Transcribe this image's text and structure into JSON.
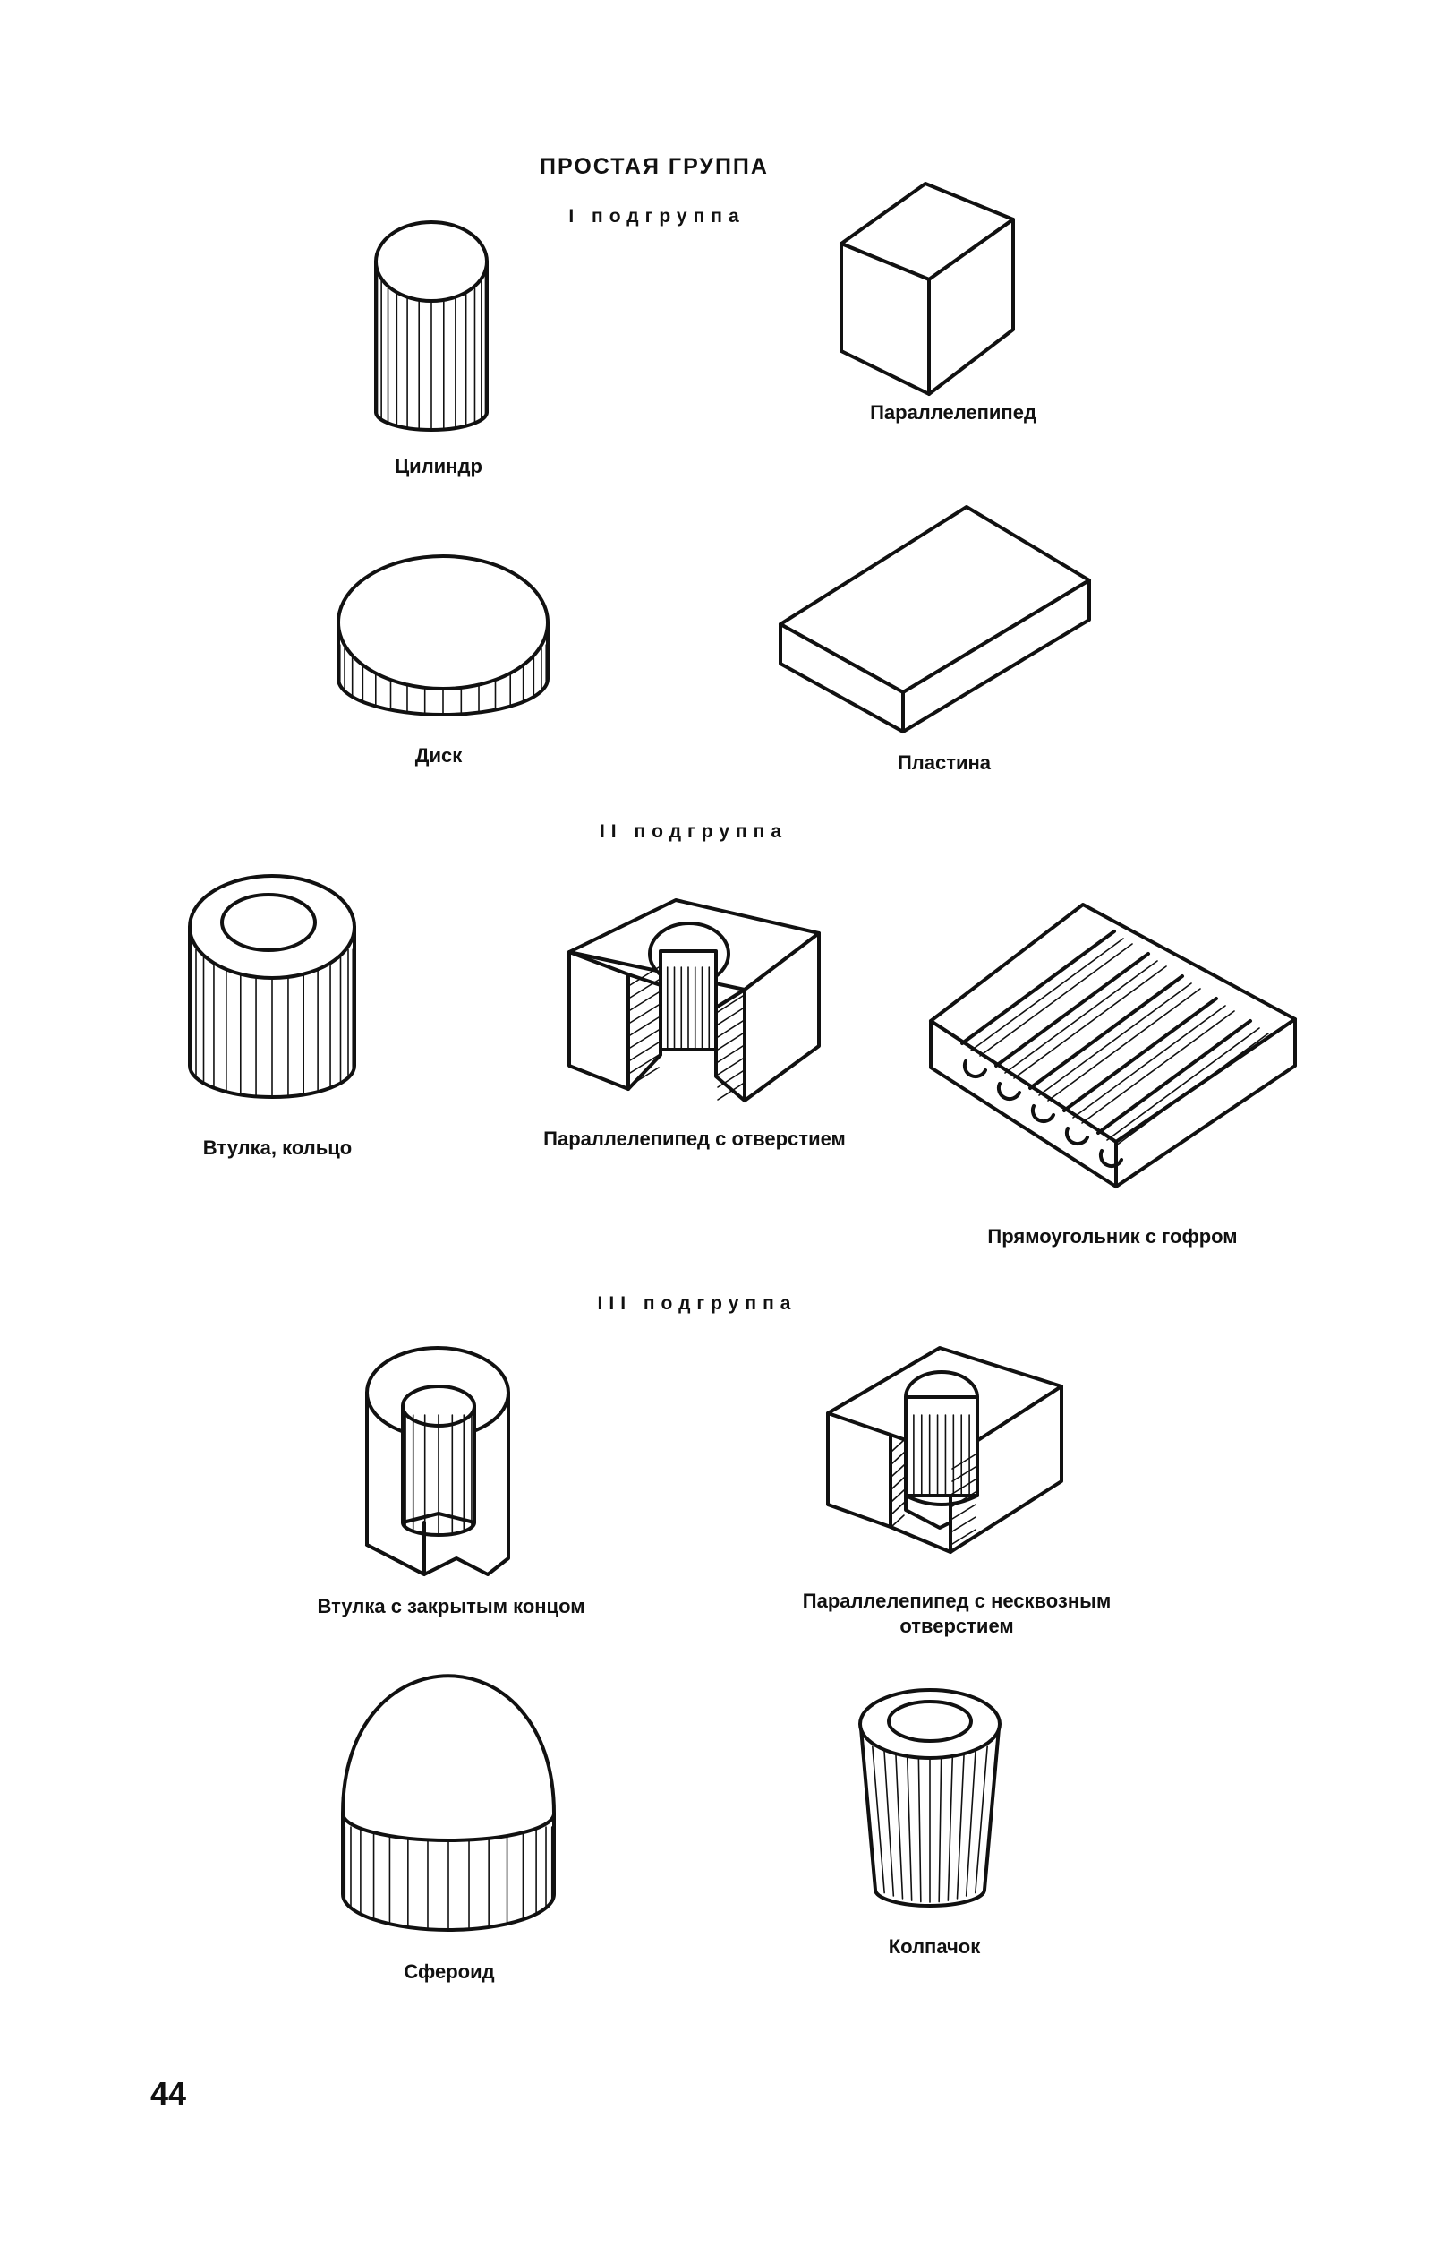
{
  "page": {
    "title": "ПРОСТАЯ ГРУППА",
    "page_number": "44"
  },
  "subgroups": [
    {
      "heading": "I подгруппа",
      "shapes": [
        {
          "id": "cylinder",
          "label": "Цилиндр"
        },
        {
          "id": "parallelepiped",
          "label": "Параллелепипед"
        },
        {
          "id": "disk",
          "label": "Диск"
        },
        {
          "id": "plate",
          "label": "Пластина"
        }
      ]
    },
    {
      "heading": "II подгруппа",
      "shapes": [
        {
          "id": "bushing-ring",
          "label": "Втулка, кольцо"
        },
        {
          "id": "parallelepiped-hole",
          "label": "Параллелепипед с отверстием"
        },
        {
          "id": "corrugated-rectangle",
          "label": "Прямоугольник с гофром"
        }
      ]
    },
    {
      "heading": "III подгруппа",
      "shapes": [
        {
          "id": "closed-bushing",
          "label": "Втулка с закрытым концом"
        },
        {
          "id": "blind-hole-parallelepiped",
          "label_line1": "Параллелепипед с несквозным",
          "label_line2": "отверстием"
        },
        {
          "id": "spheroid",
          "label": "Сфероид"
        },
        {
          "id": "cap",
          "label": "Колпачок"
        }
      ]
    }
  ]
}
